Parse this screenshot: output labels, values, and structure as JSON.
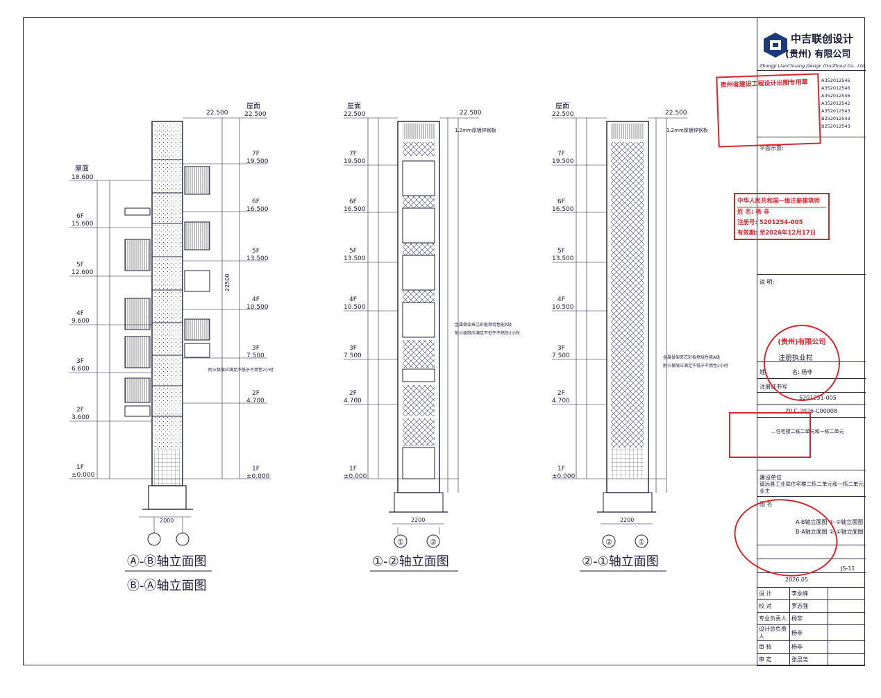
{
  "company": {
    "name_cn": "中吉联创设计",
    "name_cn2": "(贵州) 有限公司",
    "name_en": "ZhongJi LianChuang Design (GuiZhou) Co., Ltd.",
    "codes": [
      "A352012546",
      "A352012546",
      "A352012546",
      "A352012542",
      "A352012543",
      "B252012543",
      "B252012543"
    ]
  },
  "titleblock": {
    "plan_label": "平面示意:",
    "notes_label": "说 明:",
    "reg_label": "注册执业栏",
    "name_label": "姓",
    "name_value": "名:  杨非",
    "reg_cert_label": "注册证书号",
    "reg_cert_value": "5201251-005",
    "project_no": "ZJLC-2026-C00008",
    "project_name": "...住宅楼二栋二单元和一栋二单元",
    "client_label": "建设单位",
    "client_value": "镇远县工业局住宅楼二栋二单元和一栋二单元业主",
    "drawing_label": "图 名",
    "drawing_value_1": "A-B轴立面图 ①-②轴立面图",
    "drawing_value_2": "B-A轴立面图 ②-①轴立面图",
    "sheet_no": "JS-11",
    "date_value": "2026.05"
  },
  "signatures": [
    {
      "role": "设 计",
      "name": "李永峰"
    },
    {
      "role": "校 对",
      "name": "罗志强"
    },
    {
      "role": "专业负责人",
      "name": "杨非"
    },
    {
      "role": "设计总负责人",
      "name": "杨非"
    },
    {
      "role": "审 核",
      "name": "杨非"
    },
    {
      "role": "审 定",
      "name": "张显尧"
    }
  ],
  "stamps": {
    "review": "贵州省建设工程设计出图专用章",
    "architect_title": "中华人民共和国一级注册建筑师",
    "architect_name": "姓 名: 杨 非",
    "architect_no": "注册号: 5201254-005",
    "architect_valid": "有效期: 至2026年12月17日",
    "company_round": "(贵州)有限公司"
  },
  "drawings": {
    "left_title_1": "Ⓐ-Ⓑ轴立面图",
    "left_title_2": "Ⓑ-Ⓐ轴立面图",
    "mid_title": "①-②轴立面图",
    "right_title": "②-①轴立面图",
    "mid_axis_1": "①",
    "mid_axis_2": "②",
    "right_axis_1": "②",
    "right_axis_2": "①",
    "roof_level": "22.500",
    "roof_label": "屋面",
    "low_roof_label": "屋面",
    "low_roof_level": "18.600",
    "floors_tall": [
      {
        "name": "7F",
        "level": "19.500"
      },
      {
        "name": "6F",
        "level": "16.500"
      },
      {
        "name": "5F",
        "level": "13.500"
      },
      {
        "name": "4F",
        "level": "10.500"
      },
      {
        "name": "3F",
        "level": "7.500"
      },
      {
        "name": "2F",
        "level": "4.700"
      },
      {
        "name": "1F",
        "level": "±0.000"
      }
    ],
    "floors_low": [
      {
        "name": "6F",
        "level": "15.600"
      },
      {
        "name": "5F",
        "level": "12.600"
      },
      {
        "name": "4F",
        "level": "9.600"
      },
      {
        "name": "3F",
        "level": "6.600"
      },
      {
        "name": "2F",
        "level": "3.600"
      },
      {
        "name": "1F",
        "level": "±0.000"
      }
    ],
    "width_left": "2000",
    "width_mid": "2200",
    "width_right": "2200",
    "panel_note": "1.2mm厚镀锌钢板",
    "total_height": "22500",
    "note_fire": "耐火极限应满足不低于不燃性2小时",
    "note_metal": "金属骨架夹芯彩板燃烧性能A级"
  },
  "colors": {
    "line": "#1d1d3d",
    "stamp": "#d8242b"
  }
}
